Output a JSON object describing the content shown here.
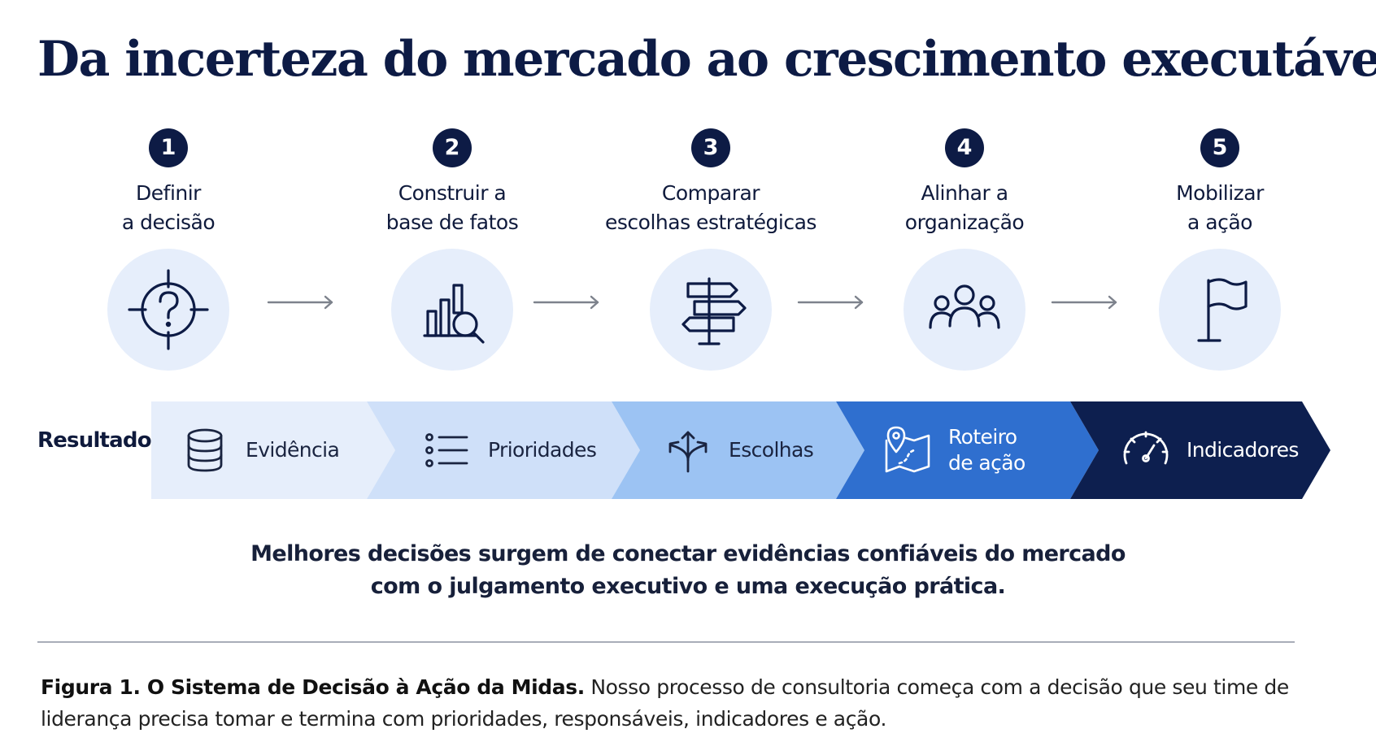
{
  "title": "Da incerteza do mercado ao crescimento executável",
  "steps": [
    {
      "number": "1",
      "line1": "Definir",
      "line2": "a decisão",
      "icon": "target-question-icon"
    },
    {
      "number": "2",
      "line1": "Construir a",
      "line2": "base de fatos",
      "icon": "chart-magnifier-icon"
    },
    {
      "number": "3",
      "line1": "Comparar",
      "line2": "escolhas estratégicas",
      "icon": "signpost-icon"
    },
    {
      "number": "4",
      "line1": "Alinhar a",
      "line2": "organização",
      "icon": "people-group-icon"
    },
    {
      "number": "5",
      "line1": "Mobilizar",
      "line2": "a ação",
      "icon": "flag-icon"
    }
  ],
  "results": {
    "label": "Resultado",
    "items": [
      {
        "line1": "Evidência",
        "line2": "",
        "icon": "database-icon",
        "color": "#e6eefb",
        "text_color": "#1a2440"
      },
      {
        "line1": "Prioridades",
        "line2": "",
        "icon": "list-icon",
        "color": "#cfe0f9",
        "text_color": "#1a2440"
      },
      {
        "line1": "Escolhas",
        "line2": "",
        "icon": "branch-arrows-icon",
        "color": "#9cc3f3",
        "text_color": "#1a2440"
      },
      {
        "line1": "Roteiro",
        "line2": "de ação",
        "icon": "map-pin-icon",
        "color": "#2f6fcf",
        "text_color": "#ffffff"
      },
      {
        "line1": "Indicadores",
        "line2": "",
        "icon": "gauge-icon",
        "color": "#0d1f4f",
        "text_color": "#ffffff"
      }
    ]
  },
  "summary": {
    "line1": "Melhores decisões surgem de conectar evidências confiáveis do mercado",
    "line2": "com o julgamento executivo e uma execução prática."
  },
  "caption": {
    "bold": "Figura 1. O Sistema de Decisão à Ação da Midas.",
    "text": "Nosso processo de consultoria começa com a decisão que seu time de liderança precisa tomar e termina com prioridades, responsáveis, indicadores e ação."
  },
  "colors": {
    "navy": "#0d1b45",
    "circle_bg": "#e6eefb",
    "arrow": "#7d828c"
  }
}
